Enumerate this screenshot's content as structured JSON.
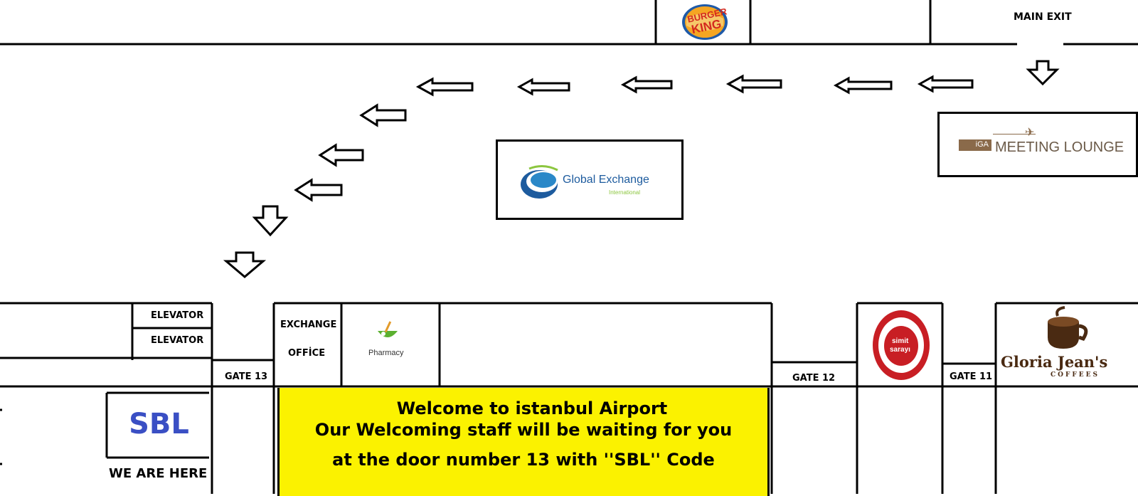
{
  "labels": {
    "main_exit": "MAIN EXIT",
    "elevator_1": "ELEVATOR",
    "elevator_2": "ELEVATOR",
    "gate_13": "GATE 13",
    "gate_12": "GATE 12",
    "gate_11": "GATE 11",
    "exchange_office_1": "EXCHANGE",
    "exchange_office_2": "OFFİCE"
  },
  "logos": {
    "burger_king": {
      "line1": "BURGER",
      "line2": "KING"
    },
    "meeting_lounge": {
      "badge": "iGA",
      "text": "MEETING LOUNGE"
    },
    "global_exchange": {
      "text": "Global Exchange",
      "sub": "International"
    },
    "pharmacy": {
      "text": "Pharmacy"
    },
    "simit_sarayi": {
      "line1": "simit",
      "line2": "sarayı"
    },
    "gloria_jeans": {
      "text": "Gloria Jean's",
      "sub": "COFFEES"
    }
  },
  "sbl": {
    "code": "SBL",
    "caption": "WE ARE HERE"
  },
  "welcome": {
    "line1": "Welcome to istanbul Airport",
    "line2": "Our Welcoming staff will be waiting for you",
    "line3": "at  the door number 13 with  ''SBL''  Code"
  },
  "colors": {
    "welcome_bg": "#fbf200",
    "sbl_text": "#3a4fc4",
    "burger_king_red": "#d42a1e",
    "burger_king_orange": "#f5a623",
    "burger_king_blue": "#1e5aa8",
    "simit_red": "#c81e24",
    "global_exchange_blue": "#1d5b9e",
    "pharmacy_green": "#5bb030",
    "gloria_brown": "#4a2a12",
    "lounge_brown": "#8a6a4a"
  }
}
